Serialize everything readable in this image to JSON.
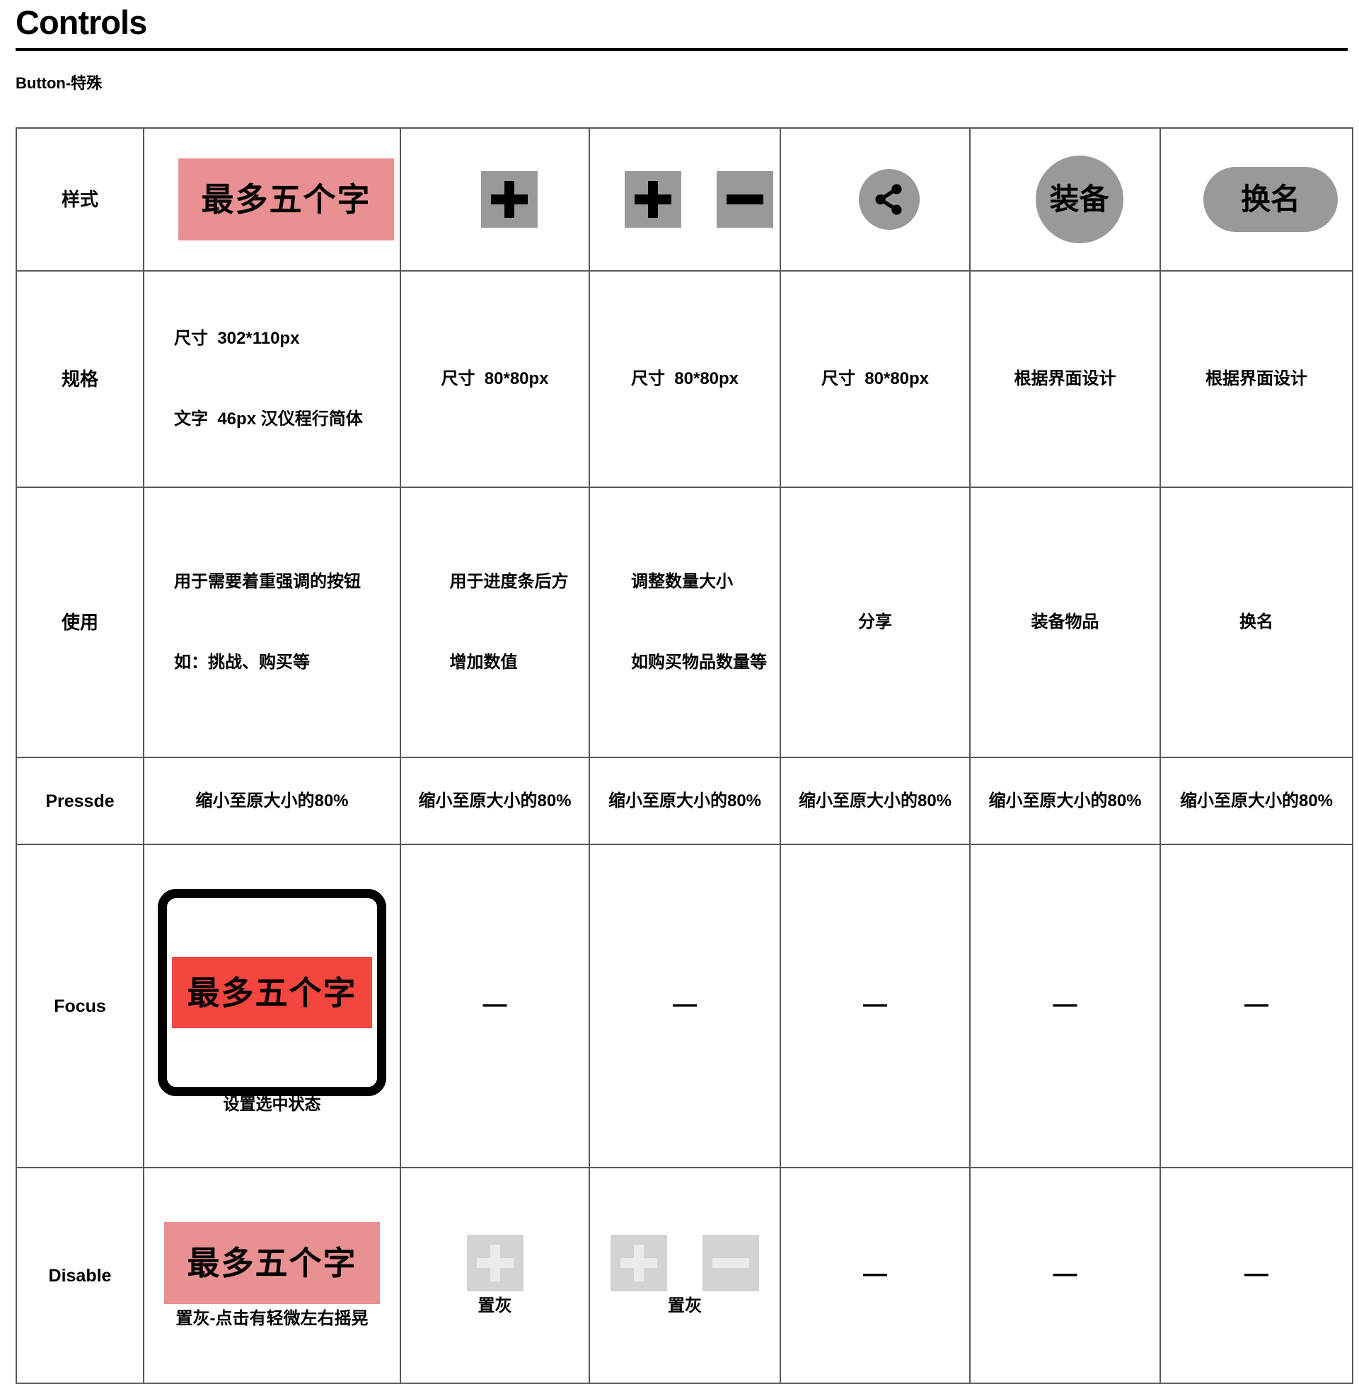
{
  "title": "Controls",
  "subtitle": "Button-特殊",
  "dash": "—",
  "colors": {
    "pink": "#E89092",
    "red": "#F2463F",
    "gray": "#999999",
    "disabled": "#D3D3D3",
    "disabled_glyph": "#EBEBEB",
    "border": "#595959"
  },
  "row_headers": {
    "style": "样式",
    "spec": "规格",
    "usage": "使用",
    "pressed": "Pressde",
    "focus": "Focus",
    "disable": "Disable"
  },
  "style_row": {
    "primary_label": "最多五个字",
    "equip_label": "装备",
    "rename_label": "换名",
    "icons": {
      "plus": "plus-icon",
      "minus": "minus-icon",
      "share": "share-icon"
    }
  },
  "spec_row": {
    "primary_size": "尺寸  302*110px",
    "primary_font": "文字  46px 汉仪程行简体",
    "size_80": "尺寸  80*80px",
    "by_design": "根据界面设计"
  },
  "usage_row": {
    "primary_line1": "用于需要着重强调的按钮",
    "primary_line2": "如：挑战、购买等",
    "plus_line1": "用于进度条后方",
    "plus_line2": "增加数值",
    "stepper_line1": "调整数量大小",
    "stepper_line2": "如购买物品数量等",
    "share": "分享",
    "equip": "装备物品",
    "rename": "换名"
  },
  "pressed_row": {
    "shrink": "缩小至原大小的80%"
  },
  "focus_row": {
    "button_label": "最多五个字",
    "caption": "设置选中状态"
  },
  "disable_row": {
    "button_label": "最多五个字",
    "caption_primary": "置灰-点击有轻微左右摇晃",
    "caption_gray": "置灰"
  }
}
